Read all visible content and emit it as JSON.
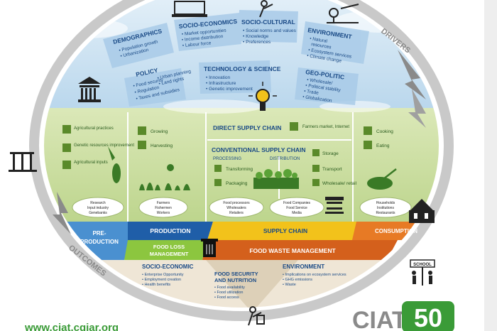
{
  "drivers": {
    "label": "DRIVERS",
    "demographics": {
      "title": "DEMOGRAPHICS",
      "items": [
        "• Population growth",
        "• Urbanization"
      ]
    },
    "socio_economics": {
      "title": "SOCIO-ECONOMICS",
      "items": [
        "• Market opportunities",
        "• Income distribution",
        "• Labour force"
      ]
    },
    "socio_cultural": {
      "title": "SOCIO-CULTURAL",
      "items": [
        "• Social norms and values",
        "• Knowledge",
        "• Preferences"
      ]
    },
    "environment": {
      "title": "ENVIRONMENT",
      "items": [
        "• Natural",
        "resources",
        "• Ecosystem services",
        "• Climate change"
      ]
    },
    "policy": {
      "title": "POLICY",
      "items": [
        "• Food security",
        "• Regulation",
        "• Taxes and subsidies"
      ],
      "items2": [
        "• Urban planning",
        "• Land rights"
      ]
    },
    "technology": {
      "title": "TECHNOLOGY & SCIENCE",
      "items": [
        "• Innovation",
        "• Infrastructure",
        "• Genetic improvement"
      ]
    },
    "geo_politic": {
      "title": "GEO-POLITIC",
      "items": [
        "• Wholesale/",
        "• Political stability",
        "• Trade",
        "• Globalization"
      ]
    }
  },
  "activities": {
    "production_col": {
      "items": [
        "Agricultural practices",
        "Genetic resources improvement",
        "Agricultural inputs"
      ],
      "actors": [
        "Research",
        "Input industry",
        "Genebanks"
      ]
    },
    "farming_col": {
      "items": [
        "Growing",
        "Harvesting"
      ],
      "actors": [
        "Farmers",
        "Fishermen",
        "Workers"
      ]
    },
    "direct_supply": {
      "title": "DIRECT SUPPLY CHAIN",
      "item": "Farmers market, Internet"
    },
    "conventional_supply": {
      "title": "CONVENTIONAL SUPPLY CHAIN",
      "processing": "PROCESSING",
      "distribution": "DISTRIBUTION",
      "left_items": [
        "Transforming",
        "Packaging"
      ],
      "right_items": [
        "Storage",
        "Transport",
        "Wholesale/ retail"
      ],
      "actors_a": [
        "Food processors",
        "Wholesalers",
        "Retailers"
      ],
      "actors_b": [
        "Food Companies",
        "Food Service",
        "Media"
      ]
    },
    "consumption_col": {
      "items": [
        "Cooking",
        "Eating"
      ],
      "actors": [
        "Households",
        "Institutions",
        "Restaurants"
      ]
    }
  },
  "bands": {
    "pre_production": "PRE- PRODUCTION",
    "production": "PRODUCTION",
    "supply_chain": "SUPPLY CHAIN",
    "consumption": "CONSUMPTION",
    "food_loss": "FOOD LOSS MANAGEMENT",
    "food_waste": "FOOD WASTE MANAGEMENT"
  },
  "outcomes": {
    "label": "OUTCOMES",
    "socio_economic": {
      "title": "SOCIO-ECONOMIC",
      "items": [
        "• Enterprise Opportunity",
        "• Employment creation",
        "• Health benefits"
      ]
    },
    "food_security": {
      "title": "FOOD SECURITY AND NUTRITION",
      "items": [
        "• Food availability",
        "• Food utilization",
        "• Food access"
      ]
    },
    "environment": {
      "title": "ENVIRONMENT",
      "items": [
        "• Implications on ecosystem services",
        "• GHG emissions",
        "• Waste"
      ]
    }
  },
  "side_icons": {
    "school_sign": "SCHOOL"
  },
  "footer": {
    "url": "www.ciat.cgiar.org",
    "logo_text": "CIAT",
    "logo_number": "50"
  },
  "colors": {
    "sky": "#cfe3f2",
    "green_field": "#c9dd9e",
    "blue_band": "#4a90d0",
    "yellow_band": "#f2c21b",
    "orange_band": "#e77a25",
    "green_band": "#8cc63f",
    "navy": "#1a4a86",
    "logo_green": "#3a9b37"
  }
}
